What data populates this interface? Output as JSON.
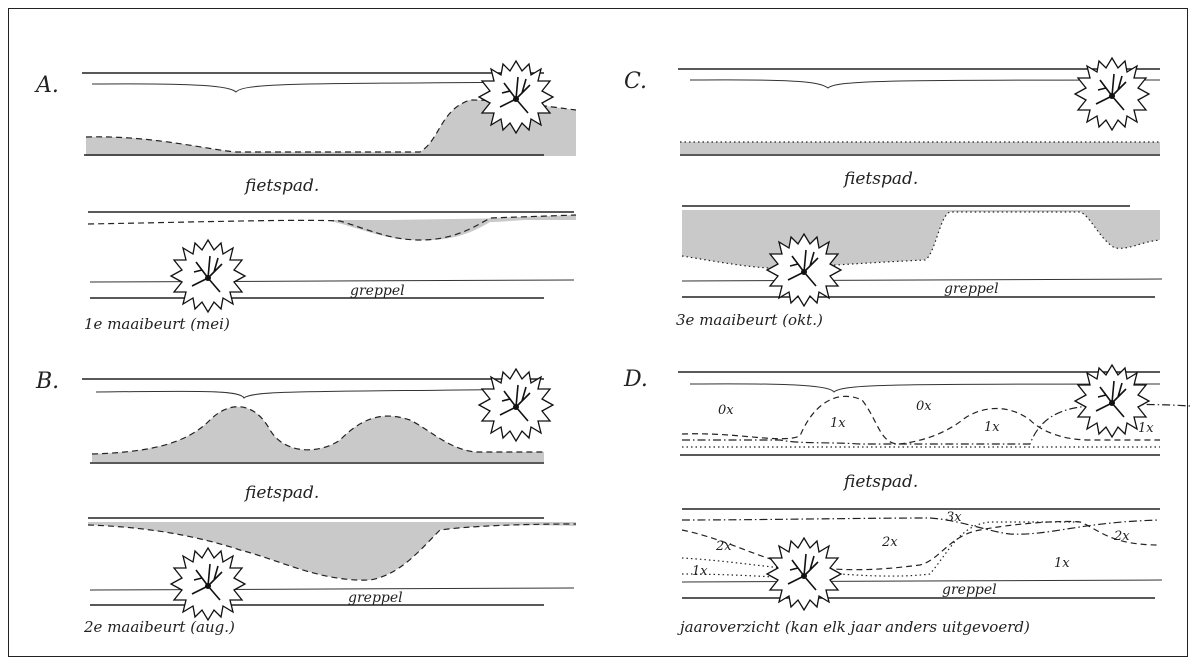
{
  "panels": {
    "A": {
      "label": "A.",
      "path_label": "fietspad.",
      "ditch_label": "greppel",
      "caption": "1e maaibeurt (mei)"
    },
    "B": {
      "label": "B.",
      "path_label": "fietspad.",
      "ditch_label": "greppel",
      "caption": "2e maaibeurt (aug.)"
    },
    "C": {
      "label": "C.",
      "path_label": "fietspad.",
      "ditch_label": "greppel",
      "caption": "3e maaibeurt (okt.)"
    },
    "D": {
      "label": "D.",
      "path_label": "fietspad.",
      "ditch_label": "greppel",
      "caption": "jaaroverzicht (kan elk jaar anders uitgevoerd)",
      "zones": [
        "0x",
        "1x",
        "0x",
        "1x",
        "1x",
        "3x",
        "2x",
        "2x",
        "2x",
        "1x",
        "1x"
      ]
    }
  }
}
